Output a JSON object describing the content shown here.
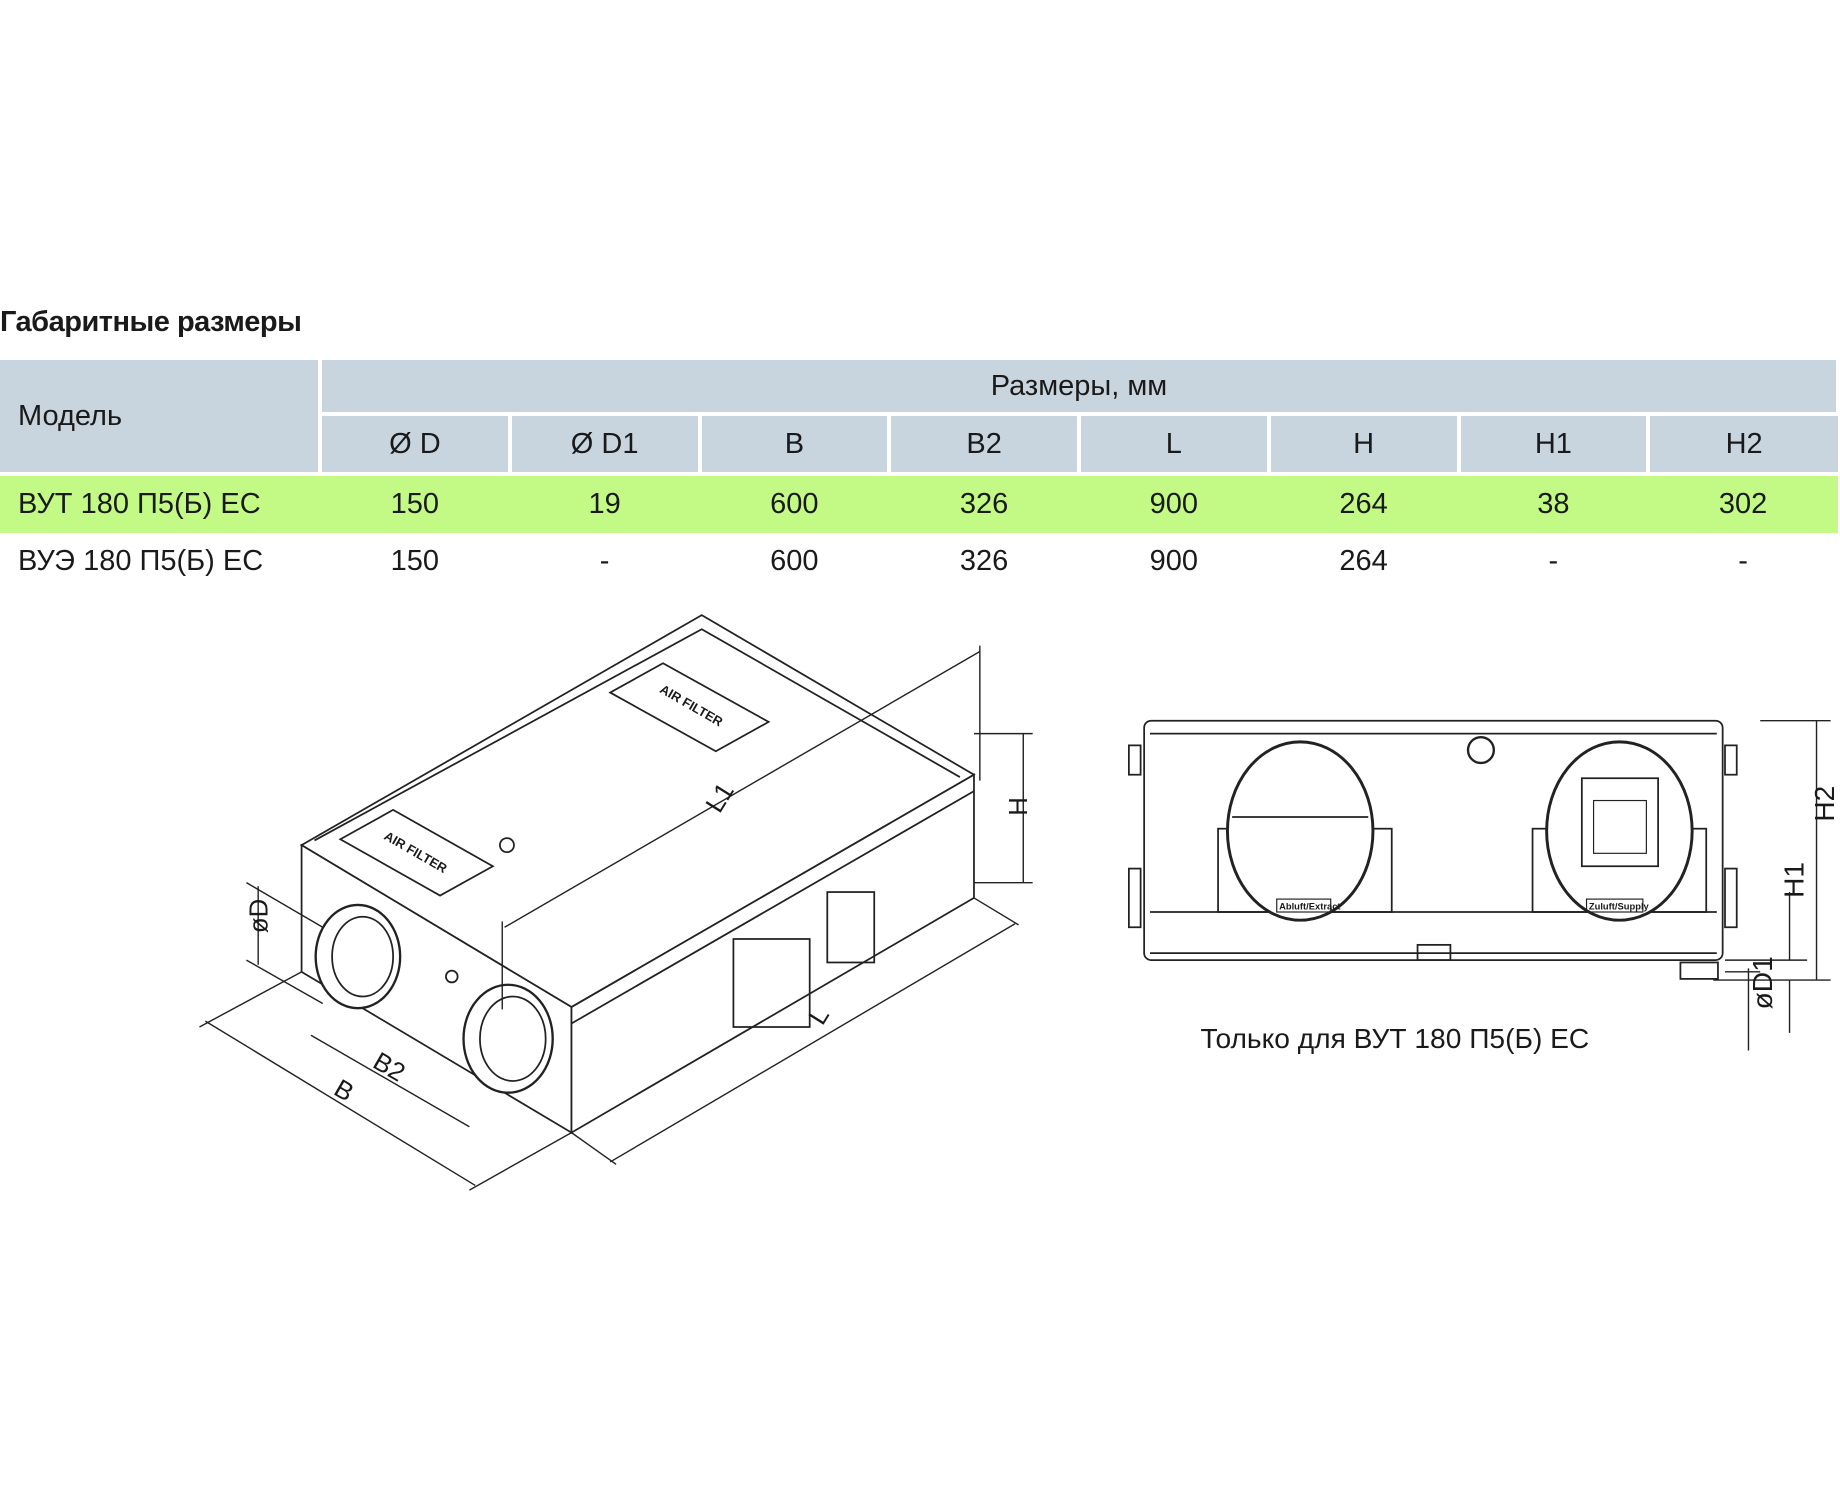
{
  "title": "Габаритные размеры",
  "table": {
    "model_header": "Модель",
    "group_header": "Размеры, мм",
    "columns": [
      "Ø D",
      "Ø D1",
      "B",
      "B2",
      "L",
      "H",
      "H1",
      "H2"
    ],
    "rows": [
      {
        "model": "ВУТ 180 П5(Б) ЕС",
        "values": [
          "150",
          "19",
          "600",
          "326",
          "900",
          "264",
          "38",
          "302"
        ],
        "highlight": true
      },
      {
        "model": "ВУЭ 180 П5(Б) ЕС",
        "values": [
          "150",
          "-",
          "600",
          "326",
          "900",
          "264",
          "-",
          "-"
        ],
        "highlight": false
      }
    ],
    "highlight_color": "#c3f985",
    "header_color": "#c9d5de"
  },
  "drawing": {
    "iso_labels": {
      "l1": "L1",
      "h": "H",
      "d": "øD",
      "b2": "B2",
      "b": "B",
      "l": "L",
      "filter": "AIR FILTER"
    },
    "front_labels": {
      "extract": "Abluft/Extract",
      "supply": "Zuluft/Supply",
      "h1": "H1",
      "h2": "H2",
      "d1": "øD1"
    },
    "caption": "Только для ВУТ 180 П5(Б) ЕС"
  }
}
